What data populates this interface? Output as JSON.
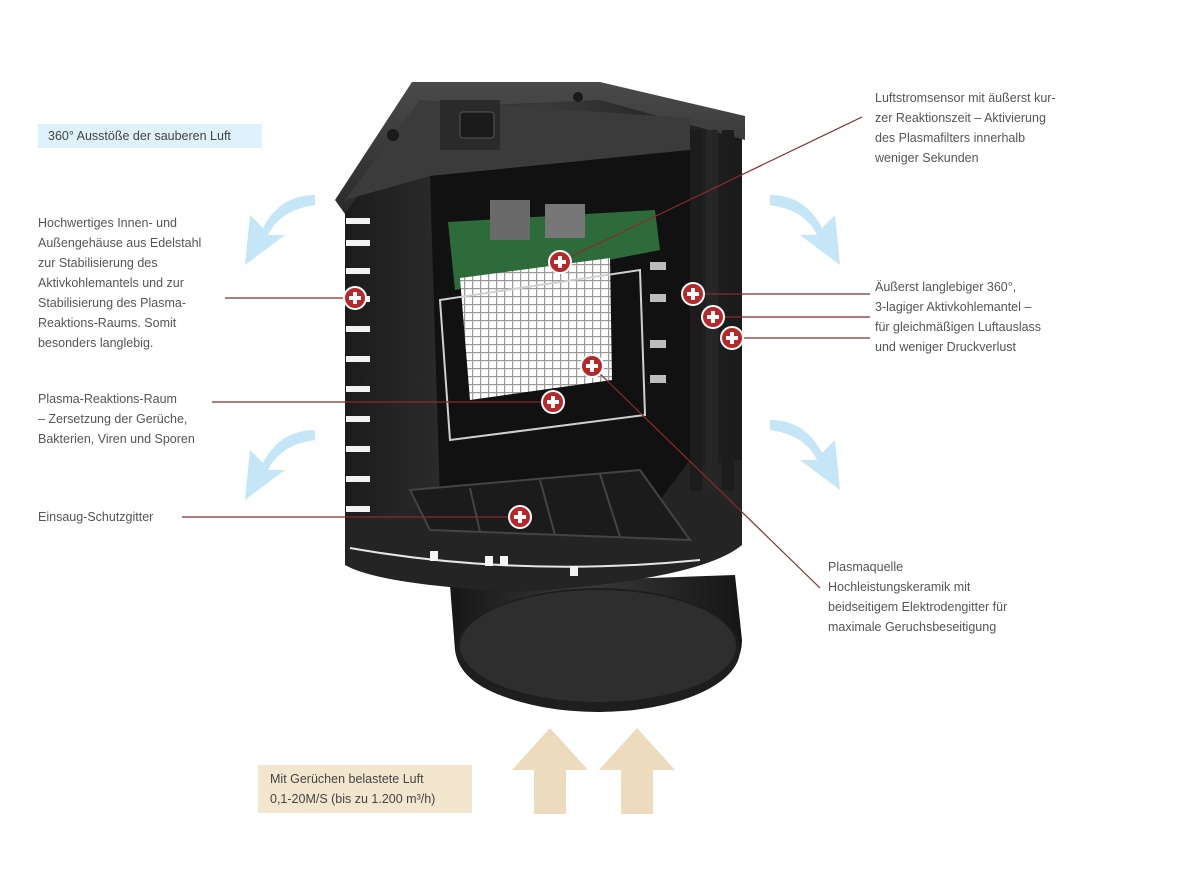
{
  "colors": {
    "leader": "#8a2b2b",
    "marker": "#b8282b",
    "arrow_blue": "#c5e6f6",
    "arrow_tan": "#ecdcbd",
    "device": "#2b2b2b",
    "highlight_blue": "#dff2fb",
    "highlight_tan": "#f3e6cf"
  },
  "labels": {
    "outflow": "360° Ausstöße der sauberen Luft",
    "housing": "Hochwertiges Innen- und\nAußengehäuse aus Edelstahl\nzur Stabilisierung des\nAktivkohlemantels und zur\nStabilisierung des Plasma-\nReaktions-Raums. Somit\nbesonders langlebig.",
    "plasma_room": "Plasma-Reaktions-Raum\n– Zersetzung der Gerüche,\nBakterien, Viren und Sporen",
    "intake_grid": "Einsaug-Schutzgitter",
    "sensor": "Luftstromsensor mit äußerst kur-\nzer Reaktionszeit – Aktivierung\ndes Plasmafilters innerhalb\nweniger Sekunden",
    "carbon": "Äußerst langlebiger 360°,\n3-lagiger Aktivkohlemantel –\nfür gleichmäßigen Luftauslass\nund weniger Druckverlust",
    "plasma_source": "Plasmaquelle\nHochleistungskeramik mit\nbeidseitigem Elektrodengitter für\nmaximale Geruchsbeseitigung",
    "inflow": "Mit Gerüchen belastete Luft\n0,1-20M/S (bis zu 1.200 m³/h)"
  },
  "icons": {
    "marker": "plus-circle-icon",
    "outflow_arrow": "curved-arrow-icon",
    "inflow_arrow": "up-arrow-icon"
  }
}
